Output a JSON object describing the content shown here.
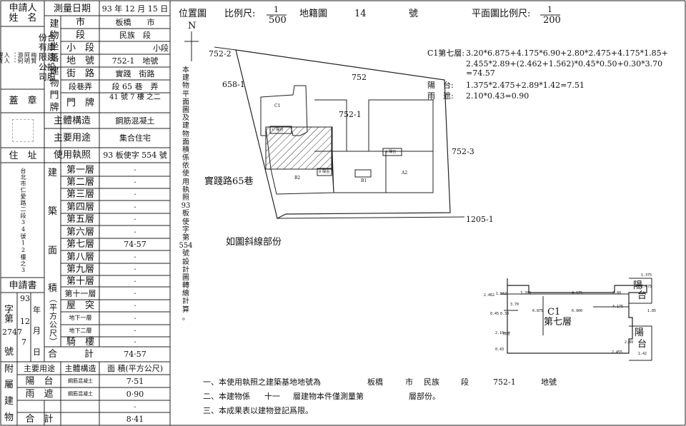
{
  "form": {
    "applicant_name_label": "申請人\n姓　名",
    "applicant_company_lines": [
      "份合",
      "有康",
      "限建",
      "公設",
      "司股"
    ],
    "representative_lines": [
      "代負",
      "理責",
      "人人",
      "：：",
      "游何",
      "阿明",
      "梅賢"
    ],
    "seal_label": "蓋　章",
    "address_label": "住　址",
    "address_value": "台北市仁愛路二段34號12樓之3",
    "application_label": "申請書",
    "app_char": [
      "字",
      "第",
      "號"
    ],
    "app_year": "93",
    "app_year_label": "年",
    "app_month": "12",
    "app_month_label": "月",
    "app_day": "7",
    "app_day_label": "日",
    "app_number": "2747",
    "survey_date_label": "測量日期",
    "survey_date": "93 年 12 月 15 日",
    "location_label": "建物坐落",
    "city_label": "市",
    "city_value": "板橋　　市",
    "section_label": "段",
    "section_value": "民族　段",
    "subsection_label": "小　段",
    "subsection_value": "小段",
    "lot_label": "地　號",
    "lot_value": "752-1　地號",
    "street_label": "街　路",
    "street_value": "實踐　街路",
    "lane_label": "段巷弄",
    "lane_value": "段 65 巷　弄",
    "door_label": "建物門牌",
    "doorplate_label": "門　牌",
    "doorplate_value": "41 號 7 樓 之二",
    "structure_label": "主體構造",
    "structure_value": "鋼筋混凝土",
    "usage_label": "主要用途",
    "usage_value": "集合住宅",
    "license_label": "使用執照",
    "license_value": "93 板使字 554 號",
    "area_vertical_label": [
      "建",
      "築",
      "面",
      "積"
    ],
    "area_unit_label": "（平方公尺）",
    "total_label": "合",
    "total_label2": "計",
    "total_value": "74·57",
    "floors": [
      {
        "name": "第一層",
        "value": "·"
      },
      {
        "name": "第二層",
        "value": "·"
      },
      {
        "name": "第三層",
        "value": "·"
      },
      {
        "name": "第四層",
        "value": "·"
      },
      {
        "name": "第五層",
        "value": "·"
      },
      {
        "name": "第六層",
        "value": "·"
      },
      {
        "name": "第七層",
        "value": "74·57"
      },
      {
        "name": "第八層",
        "value": "·"
      },
      {
        "name": "第九層",
        "value": "·"
      },
      {
        "name": "第十層",
        "value": "·"
      },
      {
        "name": "第十一層",
        "value": "·"
      },
      {
        "name": "屋　突",
        "value": "·"
      },
      {
        "name": "地下一層",
        "value": "·"
      },
      {
        "name": "地下二層",
        "value": "·"
      },
      {
        "name": "騎　樓",
        "value": "·"
      }
    ],
    "annex_label": [
      "附",
      "屬",
      "建",
      "物"
    ],
    "annex_headers": [
      "主要用途",
      "主體構造",
      "面 積(平方公尺)"
    ],
    "annex_rows": [
      {
        "use": "陽　台",
        "struct": "鋼筋混凝土",
        "area": "7·51"
      },
      {
        "use": "雨　遮",
        "struct": "鋼筋混凝土",
        "area": "0·90"
      },
      {
        "use": "",
        "struct": "",
        "area": "·"
      }
    ],
    "annex_total_label": "合　計",
    "annex_total_value": "8·41"
  },
  "plan": {
    "location_map_label": "位置圖",
    "scale_label": "比例尺:",
    "scale_num": "1",
    "scale_den": "500",
    "cadastral_label": "地籍圖",
    "cadastral_no": "14",
    "cadastral_unit": "號",
    "floorplan_scale_label": "平面圖比例尺:",
    "floorplan_scale_num": "1",
    "floorplan_scale_den": "200",
    "north": "N",
    "vertical_note": [
      "本",
      "建",
      "物",
      "平",
      "面",
      "圖",
      "及",
      "建",
      "物",
      "面",
      "積",
      "係",
      "依",
      "使",
      "用",
      "執",
      "照",
      "93",
      "板",
      "使",
      "字",
      "第",
      "554",
      "號",
      "設",
      "計",
      "圖",
      "轉",
      "繪",
      "計",
      "算",
      "。"
    ],
    "lots": [
      "752-2",
      "752",
      "658-1",
      "752-1",
      "752-3",
      "1205-1"
    ],
    "road": "實踐路65巷",
    "building_labels": [
      "C1",
      "C 陽台",
      "B2",
      "B1",
      "A2",
      "B 陽台",
      "A 陽台"
    ],
    "hatched_note": "如圖斜線部份",
    "calc": [
      {
        "label": "C1第七層:",
        "value": "3.20*6.875+4.175*6.90+2.80*2.475+4.175*1.85+"
      },
      {
        "label": "",
        "value": "2.455*2.89+(2.462+1.562)*0.45*0.50+0.30*3.70"
      },
      {
        "label": "",
        "value": "=74.57"
      },
      {
        "label": "陽　台:",
        "value": "1.375*2.475+2.89*1.42=7.51"
      },
      {
        "label": "雨　遮:",
        "value": "2.10*0.43=0.90"
      }
    ],
    "fp_dims": [
      "1.375",
      "2.475",
      "3.200",
      "4.175",
      "2.80",
      "4.175",
      "6.875",
      "6.900",
      "1.85",
      "2.462",
      "1.562",
      "0.45",
      "0.30",
      "3.70",
      "2.10",
      "0.43",
      "2.89",
      "2.455",
      "1.42"
    ],
    "fp_labels": [
      "C1",
      "第七層",
      "陽",
      "台",
      "陽",
      "台",
      "雨遮"
    ],
    "notes": [
      {
        "n": "一、本使用執照之建築基地地號為",
        "a": "板橋",
        "b": "市",
        "c": "民族",
        "d": "段",
        "e": "752-1",
        "f": "地號"
      },
      {
        "n": "二、本建物係",
        "a": "十一",
        "b": "層建物本件僅測量第",
        "c": "層部份。"
      },
      {
        "n": "三、本成果表以建物登記爲限。"
      }
    ]
  }
}
